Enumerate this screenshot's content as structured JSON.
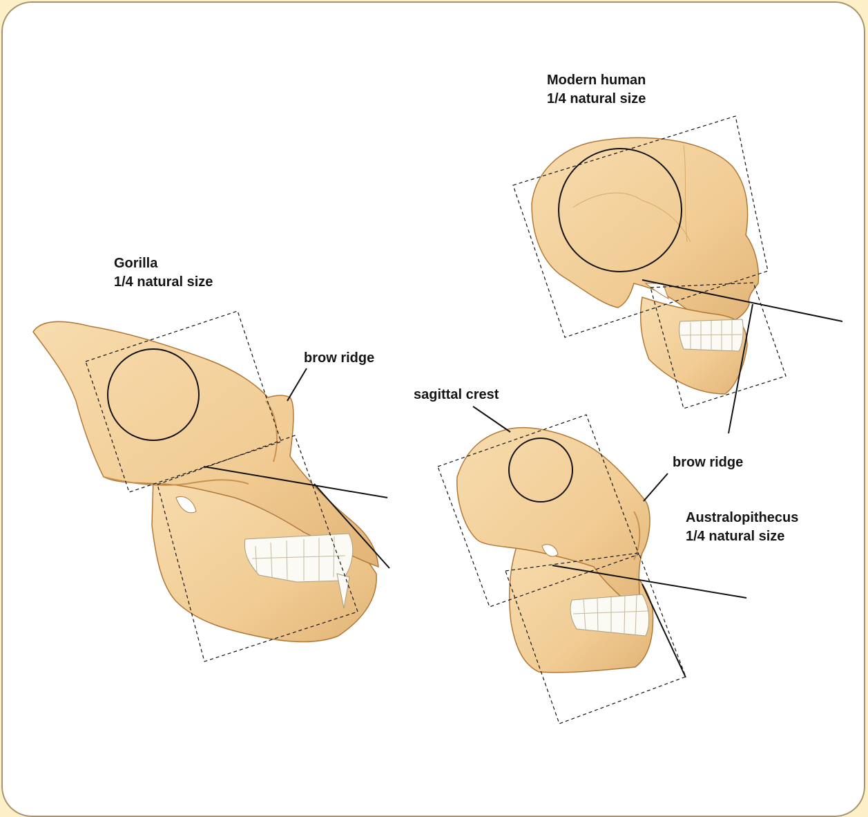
{
  "colors": {
    "frame_background": "#fdf0c8",
    "panel": "#ffffff",
    "panel_border": "#a8946a",
    "bone": "#f3cf98",
    "bone_shadow": "#d9a866",
    "bone_outline": "#b07838",
    "teeth": "#fbfaf4",
    "guide_lines": "#111111"
  },
  "labels": {
    "modern_human_name": "Modern human",
    "modern_human_scale": "1/4 natural size",
    "gorilla_name": "Gorilla",
    "gorilla_scale": "1/4 natural size",
    "gorilla_brow_ridge": "brow ridge",
    "sagittal_crest": "sagittal crest",
    "australopithecus_brow_ridge": "brow ridge",
    "australopithecus_name": "Australopithecus",
    "australopithecus_scale": "1/4 natural size"
  }
}
